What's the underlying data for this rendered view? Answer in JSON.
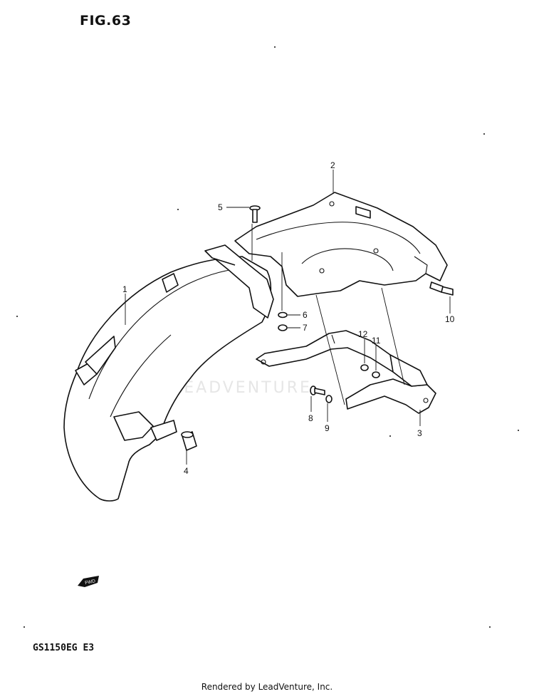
{
  "header": {
    "figure_label": "FIG.63"
  },
  "footer": {
    "model_code": "GS1150EG  E3",
    "credit": "Rendered by LeadVenture, Inc."
  },
  "watermark": {
    "text": "LEADVENTURE"
  },
  "fwd_marker": {
    "text": "FWD"
  },
  "callouts": [
    {
      "id": "1",
      "label": "1"
    },
    {
      "id": "2",
      "label": "2"
    },
    {
      "id": "3",
      "label": "3"
    },
    {
      "id": "4",
      "label": "4"
    },
    {
      "id": "5",
      "label": "5"
    },
    {
      "id": "6",
      "label": "6"
    },
    {
      "id": "7",
      "label": "7"
    },
    {
      "id": "8",
      "label": "8"
    },
    {
      "id": "9",
      "label": "9"
    },
    {
      "id": "10",
      "label": "10"
    },
    {
      "id": "11",
      "label": "11"
    },
    {
      "id": "12",
      "label": "12"
    }
  ]
}
